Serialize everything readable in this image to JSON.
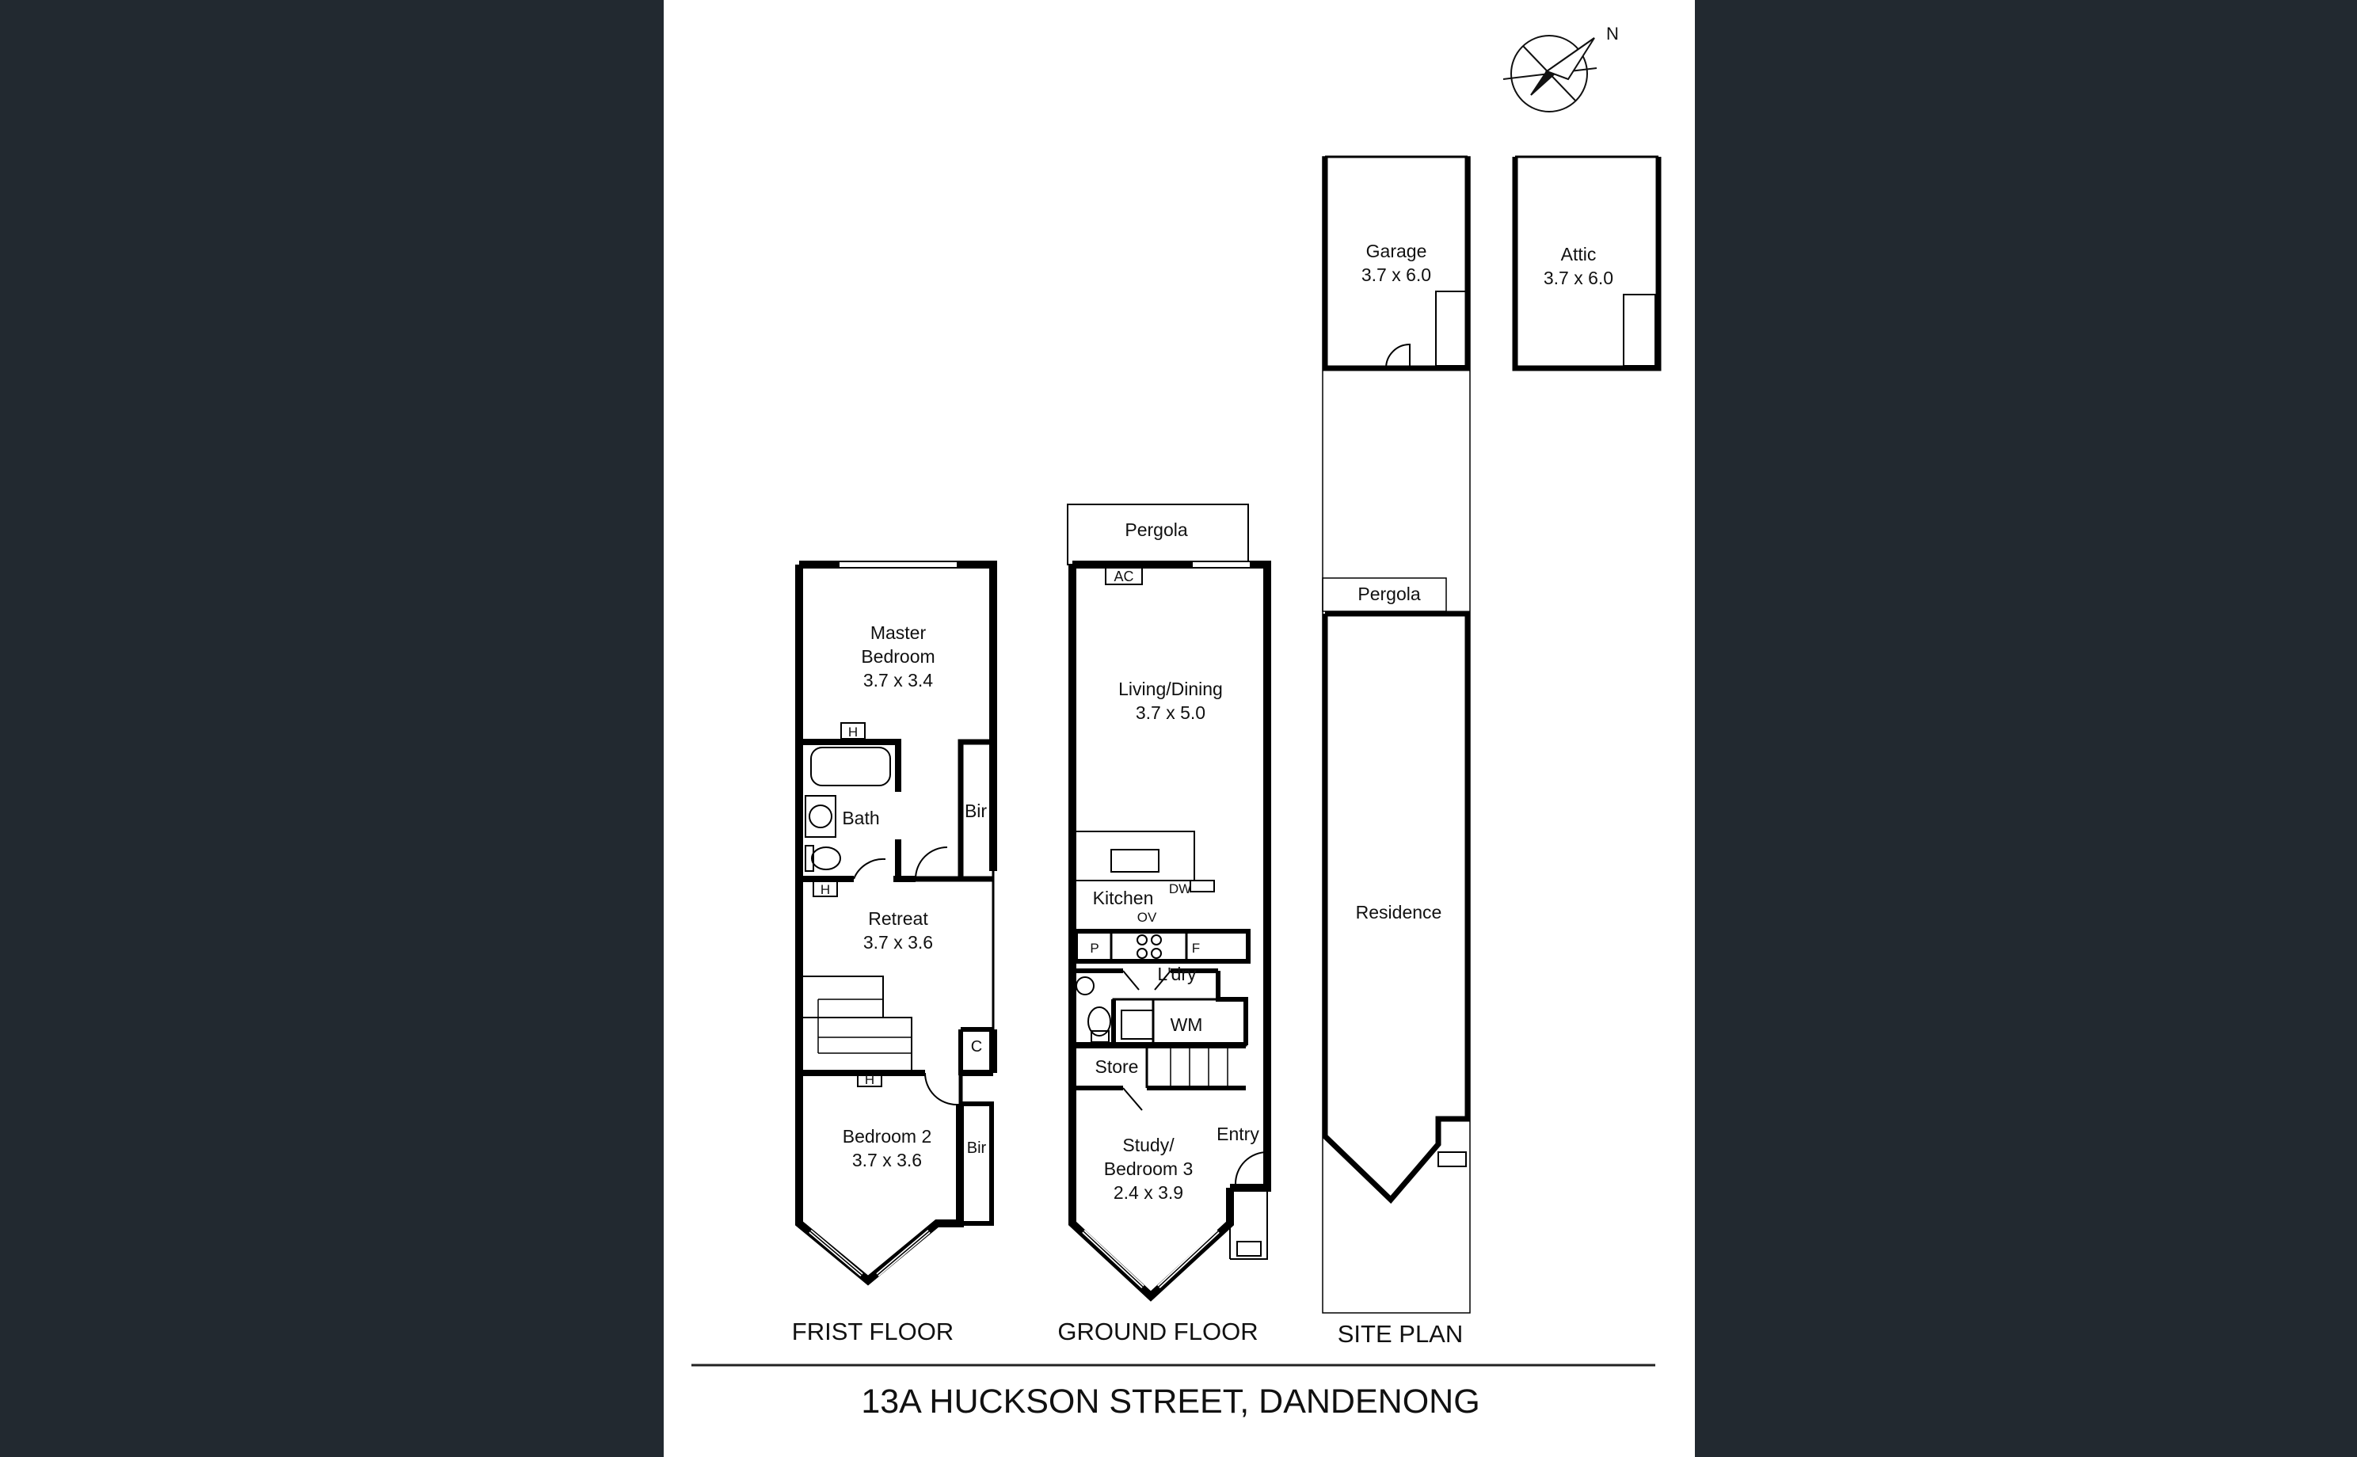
{
  "address": "13A HUCKSON STREET, DANDENONG",
  "compass_north": "N",
  "floor_titles": {
    "first": "FRIST FLOOR",
    "ground": "GROUND FLOOR",
    "site": "SITE PLAN"
  },
  "first_floor": {
    "master_bedroom": [
      "Master",
      "Bedroom",
      "3.7 x 3.4"
    ],
    "bath": "Bath",
    "bir_1": "Bir",
    "retreat": [
      "Retreat",
      "3.7 x 3.6"
    ],
    "c": "C",
    "bedroom2": [
      "Bedroom 2",
      "3.7 x 3.6"
    ],
    "bir_2": "Bir",
    "h_marks": [
      "H",
      "H",
      "H"
    ]
  },
  "ground_floor": {
    "pergola": "Pergola",
    "ac": "AC",
    "living": [
      "Living/Dining",
      "3.7 x 5.0"
    ],
    "dw": "DW",
    "kitchen": "Kitchen",
    "ov": "OV",
    "p": "P",
    "f": "F",
    "ldry": "L'dry",
    "wm": "WM",
    "store": "Store",
    "entry": "Entry",
    "study": [
      "Study/",
      "Bedroom 3",
      "2.4 x 3.9"
    ]
  },
  "site_plan": {
    "garage": [
      "Garage",
      "3.7 x 6.0"
    ],
    "attic": [
      "Attic",
      "3.7 x 6.0"
    ],
    "pergola": "Pergola",
    "residence": "Residence"
  }
}
